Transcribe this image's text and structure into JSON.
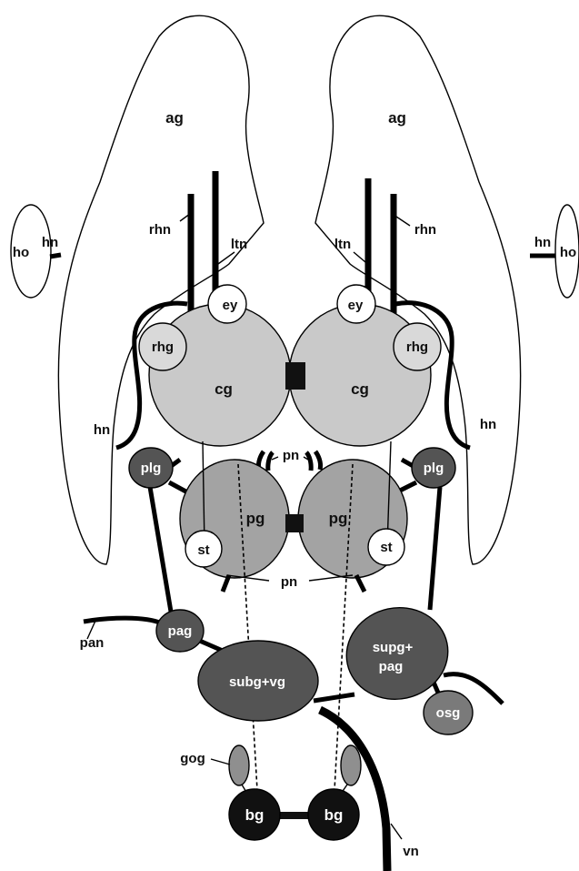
{
  "colors": {
    "light_gray": "#c9c9c9",
    "lighter_gray": "#d9d9d9",
    "mid_gray": "#a3a3a3",
    "dark_gray": "#545454",
    "osg_gray": "#7a7a7a",
    "gog_gray": "#8f8f8f",
    "black": "#111111",
    "white": "#ffffff"
  },
  "labels": {
    "ag_left": "ag",
    "ag_right": "ag",
    "ho_left": "ho",
    "ho_right": "ho",
    "hn_top_left": "hn",
    "hn_top_right": "hn",
    "hn_mid_left": "hn",
    "hn_mid_right": "hn",
    "rhn_left": "rhn",
    "rhn_right": "rhn",
    "ltn_left": "ltn",
    "ltn_right": "ltn",
    "ey_left": "ey",
    "ey_right": "ey",
    "rhg_left": "rhg",
    "rhg_right": "rhg",
    "cg_left": "cg",
    "cg_right": "cg",
    "plg_left": "plg",
    "plg_right": "plg",
    "pn_top": "pn",
    "pn_bottom": "pn",
    "pg_left": "pg",
    "pg_right": "pg",
    "st_left": "st",
    "st_right": "st",
    "pan": "pan",
    "pag": "pag",
    "subg_vg": "subg+vg",
    "supg_pag_line1": "supg+",
    "supg_pag_line2": "pag",
    "osg": "osg",
    "gog": "gog",
    "bg_left": "bg",
    "bg_right": "bg",
    "vn": "vn"
  }
}
